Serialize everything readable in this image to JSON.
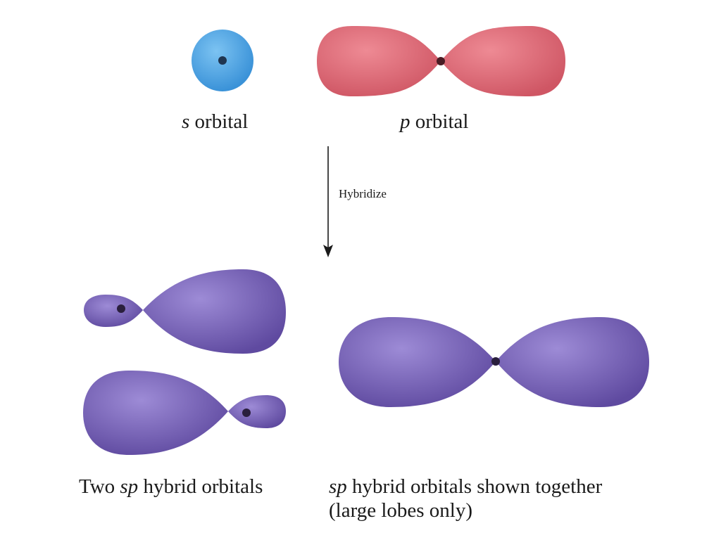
{
  "labels": {
    "s_orbital": {
      "italic": "s",
      "rest": " orbital"
    },
    "p_orbital": {
      "italic": "p",
      "rest": " orbital"
    },
    "arrow": "Hybridize",
    "two_sp": {
      "pre": "Two ",
      "italic": "sp",
      "rest": " hybrid orbitals"
    },
    "together": {
      "italic": "sp",
      "rest": " hybrid orbitals shown together"
    },
    "together_line2": "(large lobes only)"
  },
  "colors": {
    "s_orbital": "#4aa3e2",
    "p_orbital": "#df6874",
    "sp_orbital": "#7a65b8",
    "nucleus": "#2a1f3d"
  }
}
